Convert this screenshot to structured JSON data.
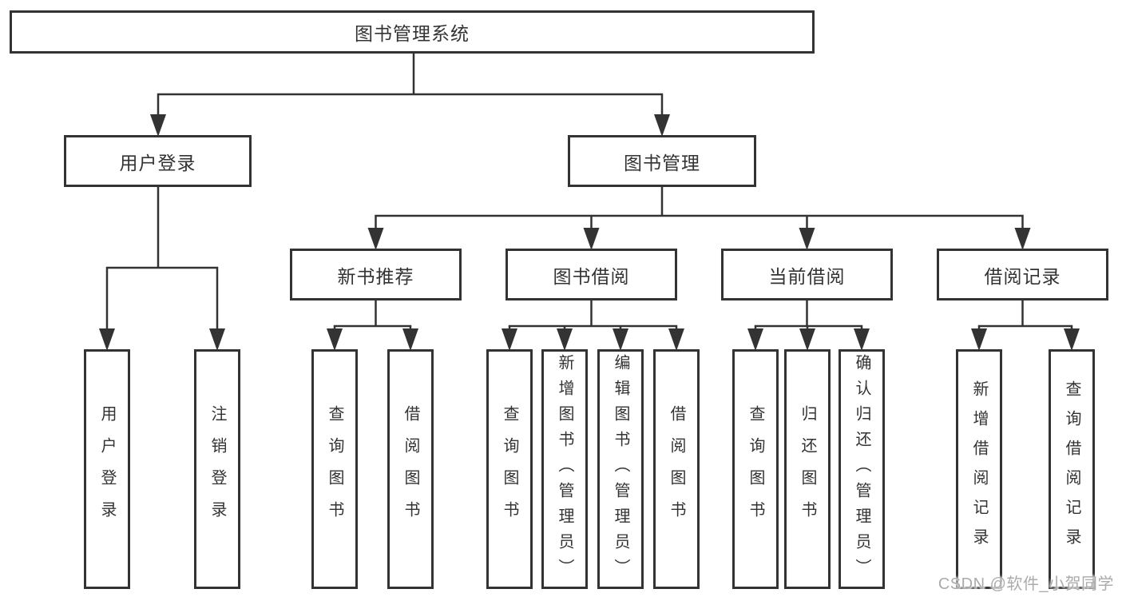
{
  "nodes": {
    "root": "图书管理系统",
    "user_login_branch": "用户登录",
    "book_mgmt_branch": "图书管理",
    "level3": {
      "new_book": "新书推荐",
      "book_borrow": "图书借阅",
      "current_borrow": "当前借阅",
      "borrow_record": "借阅记录"
    },
    "leaves": {
      "user_login": [
        "用户登录",
        "注销登录"
      ],
      "new_book": [
        "查询图书",
        "借阅图书"
      ],
      "book_borrow": [
        "查询图书",
        "新增图书（管理员）",
        "编辑图书（管理员）",
        "借阅图书"
      ],
      "current_borrow": [
        "查询图书",
        "归还图书",
        "确认归还（管理员）"
      ],
      "borrow_record": [
        "新增借阅记录",
        "查询借阅记录"
      ]
    }
  },
  "watermark": "CSDN @软件_小贺同学",
  "colors": {
    "line": "#333333",
    "text": "#333333",
    "watermark": "#ababab",
    "background": "#ffffff"
  }
}
